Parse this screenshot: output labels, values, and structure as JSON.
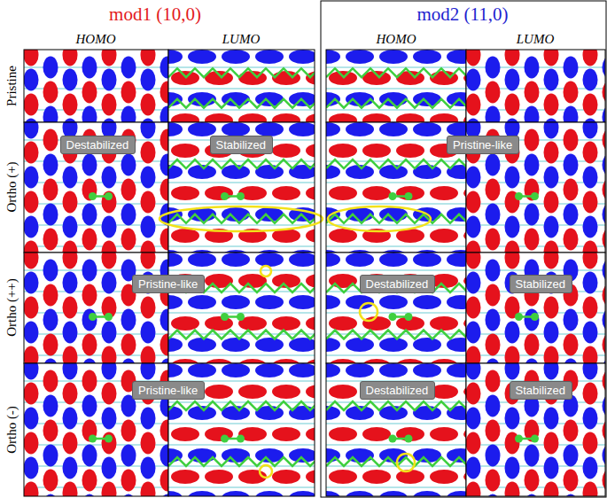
{
  "diagram": {
    "nodes": [
      {
        "text": [
          "Destabilized"
        ]
      },
      {
        "text": [
          "Stabilized"
        ]
      },
      {
        "text": [
          "Pristine-like"
        ]
      },
      {
        "text": [
          "Pristine-like"
        ]
      },
      {
        "text": [
          "Destabilized"
        ]
      },
      {
        "text": [
          "Stabilized"
        ]
      },
      {
        "text": [
          "Pristine-like"
        ]
      },
      {
        "text": [
          "Destabilized"
        ]
      },
      {
        "text": [
          "Stabilized"
        ]
      }
    ],
    "labels": [
      "mod1 (10,0)",
      "mod2 (11,0)",
      "HOMO",
      "LUMO",
      "HOMO",
      "LUMO",
      "Pristine",
      "Ortho (+)",
      "Ortho (++)",
      "Ortho (-)"
    ]
  }
}
